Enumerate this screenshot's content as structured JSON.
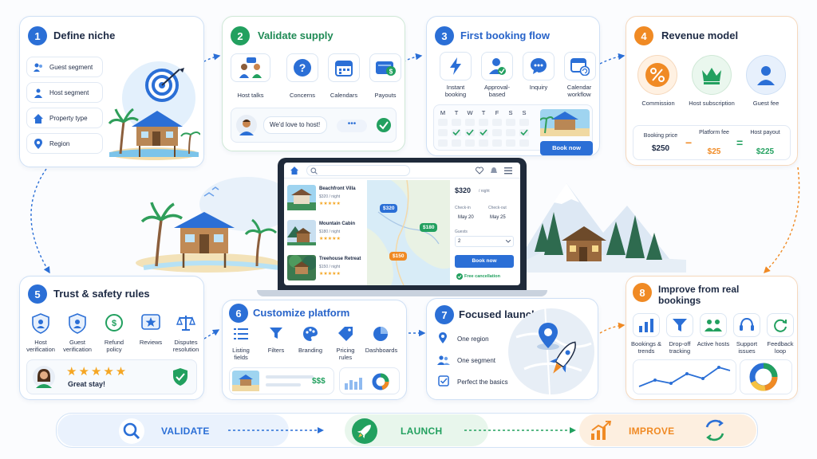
{
  "steps": {
    "s1": {
      "num": "1",
      "title": "Define niche",
      "items": [
        "Guest segment",
        "Host segment",
        "Property type",
        "Region"
      ]
    },
    "s2": {
      "num": "2",
      "title": "Validate supply",
      "items": [
        "Host talks",
        "Concerns",
        "Calendars",
        "Payouts"
      ],
      "chat": "We'd love to host!"
    },
    "s3": {
      "num": "3",
      "title": "First booking flow",
      "items": [
        "Instant booking",
        "Approval-based",
        "Inquiry",
        "Calendar workflow"
      ],
      "days": [
        "M",
        "T",
        "W",
        "T",
        "F",
        "S",
        "S"
      ],
      "book_button": "Book now"
    },
    "s4": {
      "num": "4",
      "title": "Revenue model",
      "items": [
        "Commission",
        "Host subscription",
        "Guest fee"
      ],
      "calc": {
        "booking_label": "Booking price",
        "booking_value": "$250",
        "minus": "−",
        "fee_label": "Platform fee",
        "fee_value": "$25",
        "equals": "=",
        "payout_label": "Host payout",
        "payout_value": "$225"
      }
    },
    "s5": {
      "num": "5",
      "title": "Trust & safety rules",
      "items": [
        "Host verification",
        "Guest verification",
        "Refund policy",
        "Reviews",
        "Disputes resolution"
      ],
      "stars": "★★★★★",
      "review": "Great stay!"
    },
    "s6": {
      "num": "6",
      "title": "Customize platform",
      "items": [
        "Listing fields",
        "Filters",
        "Branding",
        "Pricing rules",
        "Dashboards"
      ],
      "price_tag": "$$$"
    },
    "s7": {
      "num": "7",
      "title": "Focused launch",
      "items": [
        "One region",
        "One segment",
        "Perfect the basics"
      ]
    },
    "s8": {
      "num": "8",
      "title": "Improve from real bookings",
      "items": [
        "Bookings & trends",
        "Drop-off tracking",
        "Active hosts",
        "Support issues",
        "Feedback loop"
      ]
    }
  },
  "laptop": {
    "listings": [
      {
        "name": "Beachfront Villa",
        "price": "$320 / night",
        "stars": "★★★★★"
      },
      {
        "name": "Mountain Cabin",
        "price": "$180 / night",
        "stars": "★★★★★"
      },
      {
        "name": "Treehouse Retreat",
        "price": "$150 / night",
        "stars": "★★★★★"
      }
    ],
    "pins": [
      "$320",
      "$180",
      "$150"
    ],
    "booking": {
      "price": "$320",
      "per": "/ night",
      "checkin_label": "Check-in",
      "checkin": "May 20",
      "checkout_label": "Check-out",
      "checkout": "May 25",
      "guests_label": "Guests",
      "guests": "2",
      "button": "Book now",
      "cancel": "Free cancellation"
    }
  },
  "bottom": {
    "validate": "VALIDATE",
    "launch": "LAUNCH",
    "improve": "IMPROVE"
  },
  "colors": {
    "blue": "#2b6fd6",
    "green": "#22a05f",
    "orange": "#f08a24",
    "navy": "#1d2a44"
  }
}
